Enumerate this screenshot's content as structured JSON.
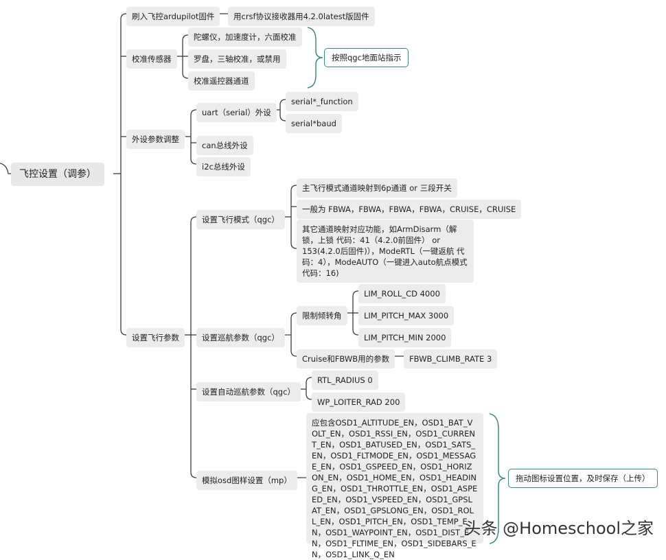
{
  "root": "飞控设置（调参）",
  "watermark": "头条 @Homeschool之家",
  "nodes": {
    "flash": "刷入飞控ardupilot固件",
    "flash_note": "用crsf协议接收器用4.2.0latest版固件",
    "calib": "校准传感器",
    "calib_1": "陀螺仪，加速度计，六面校准",
    "calib_2": "罗盘，三轴校准，或禁用",
    "calib_3": "校准遥控器通道",
    "calib_note": "按照qgc地面站指示",
    "periph": "外设参数调整",
    "uart": "uart（serial）外设",
    "serial_func": "serial*_function",
    "serial_baud": "serial*baud",
    "can": "can总线外设",
    "i2c": "i2c总线外设",
    "params": "设置飞行参数",
    "mode": "设置飞行模式（qgc）",
    "mode_1": "主飞行模式通道映射到6p通道 or 三段开关",
    "mode_2": "一般为 FBWA，FBWA，FBWA，FBWA，CRUISE，CRUISE",
    "mode_3": "其它通道映射对应功能，如ArmDisarm（解锁，上锁 代码：41（4.2.0前固件） or 153(4.2.0后固件)），ModeRTL（一键返航 代码：4），ModeAUTO（一键进入auto航点模式 代码：16)",
    "cruise": "设置巡航参数（qgc）",
    "bank": "限制倾转角",
    "lim_roll": "LIM_ROLL_CD 4000",
    "lim_pmax": "LIM_PITCH_MAX 3000",
    "lim_pmin": "LIM_PITCH_MIN 2000",
    "cruise_fbwb": "Cruise和FBWB用的参数",
    "fbwb_rate": "FBWB_CLIMB_RATE 3",
    "auto": "设置自动巡航参数（qgc）",
    "rtl_radius": "RTL_RADIUS 0",
    "wp_loiter": "WP_LOITER_RAD 200",
    "osd": "模拟osd图样设置（mp）",
    "osd_list": "应包含OSD1_ALTITUDE_EN，OSD1_BAT_VOLT_EN，OSD1_RSSI_EN，OSD1_CURRENT_EN，OSD1_BATUSED_EN，OSD1_SATS_EN，OSD1_FLTMODE_EN，OSD1_MESSAGE_EN，OSD1_GSPEED_EN，OSD1_HORIZON_EN，OSD1_HOME_EN，OSD1_HEADING_EN，OSD1_THROTTLE_EN，OSD1_ASPEED_EN，OSD1_VSPEED_EN，OSD1_GPSLAT_EN，OSD1_GPSLONG_EN，OSD1_ROLL_EN，OSD1_PITCH_EN，OSD1_TEMP_EN，OSD1_WAYPOINT_EN，OSD1_DIST_EN，OSD1_FLTIME_EN，OSD1_SIDEBARS_EN，OSD1_LINK_Q_EN",
    "osd_note": "拖动图标设置位置，及时保存（上传）"
  }
}
